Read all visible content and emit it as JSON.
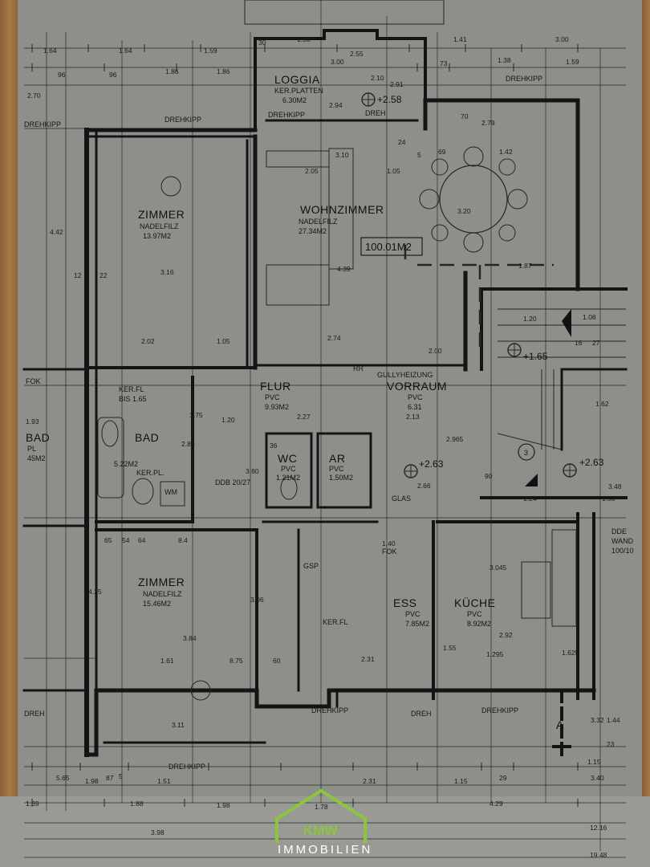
{
  "rooms": [
    {
      "name": "LOGGIA",
      "floor": "KER.PLATTEN",
      "area": "6.30M2"
    },
    {
      "name": "ZIMMER",
      "floor": "NADELFILZ",
      "area": "13.97M2"
    },
    {
      "name": "WOHNZIMMER",
      "floor": "NADELFILZ",
      "area": "27.34M2"
    },
    {
      "name": "FLUR",
      "floor": "PVC",
      "area": "9.93M2"
    },
    {
      "name": "VORRAUM",
      "floor": "PVC",
      "area": "6.31"
    },
    {
      "name": "BAD",
      "floor": "KER.PL.",
      "area": "5.22M2"
    },
    {
      "name": "WC",
      "floor": "PVC",
      "area": "1.21M2"
    },
    {
      "name": "AR",
      "floor": "PVC",
      "area": "1.50M2"
    },
    {
      "name": "ZIMMER",
      "floor": "NADELFILZ",
      "area": "15.46M2"
    },
    {
      "name": "ESS",
      "floor": "PVC",
      "area": "7.85M2"
    },
    {
      "name": "KÜCHE",
      "floor": "PVC",
      "area": "8.92M2"
    }
  ],
  "total_area": "100.01M2",
  "levels": [
    "+2.58",
    "+1.65",
    "+2.63",
    "+2.63"
  ],
  "labels": {
    "drehkipp": "DREHKIPP",
    "dreh": "DREH",
    "gully": "GULLYHEIZUNG",
    "rr": "RR",
    "fok": "FOK",
    "bis": "BIS 1.65",
    "kerfl": "KER.FL",
    "wm": "WM",
    "glas": "GLAS",
    "ddb": "DDB 20/27",
    "dde": "DDE",
    "wand": "WAND",
    "wand_dim": "100/10",
    "gsp": "GSP",
    "section": "A",
    "stair_no": "3",
    "bad_side": "BAD",
    "bad_side_fl": "PL",
    "bad_side_area": "45M2"
  },
  "dims_top": [
    "1.64",
    "1.64",
    "1.59",
    "1.50",
    "1.41",
    "3.00",
    "96",
    "96",
    "1.86",
    "1.86",
    "73",
    "1.38",
    "1.59",
    "2.70"
  ],
  "dims_misc": [
    "30",
    "3.00",
    "2.55",
    "2.10",
    "2.91",
    "2.94",
    "3.10",
    "2.05",
    "1.05",
    "1.42",
    "5",
    "69",
    "2.79",
    "70",
    "24",
    "3.20",
    "4.39",
    "1.87",
    "1.20",
    "1.08",
    "16",
    "27",
    "1.62",
    "3.16",
    "12",
    "22",
    "4.42",
    "2.02",
    "1.05",
    "2.74",
    "1.20",
    "2.00",
    "2.27",
    "1.93",
    "2.13",
    "2.965",
    "1.75",
    "2.80",
    "3.80",
    "36",
    "2.66",
    "3.48",
    "1.00",
    "1.24",
    "90",
    "1.40",
    "8.4",
    "65",
    "54",
    "64",
    "3.06",
    "4.25",
    "3.84",
    "1.61",
    "8.75",
    "60",
    "3.045",
    "2.31",
    "1.55",
    "1.295",
    "2.92",
    "1.625",
    "3.11",
    "1.51",
    "1.98",
    "2.31",
    "1.15",
    "29",
    "3.40",
    "1.15",
    "23",
    "3.32",
    "1.44",
    "5.65",
    "87",
    "5",
    "1.69",
    "1.88",
    "1.98",
    "1.78",
    "4.29",
    "3.98",
    "12.16",
    "19.48"
  ],
  "logo": {
    "letters": "KMW",
    "subtitle": "IMMOBILIEN",
    "accent": "#8cc63f"
  }
}
